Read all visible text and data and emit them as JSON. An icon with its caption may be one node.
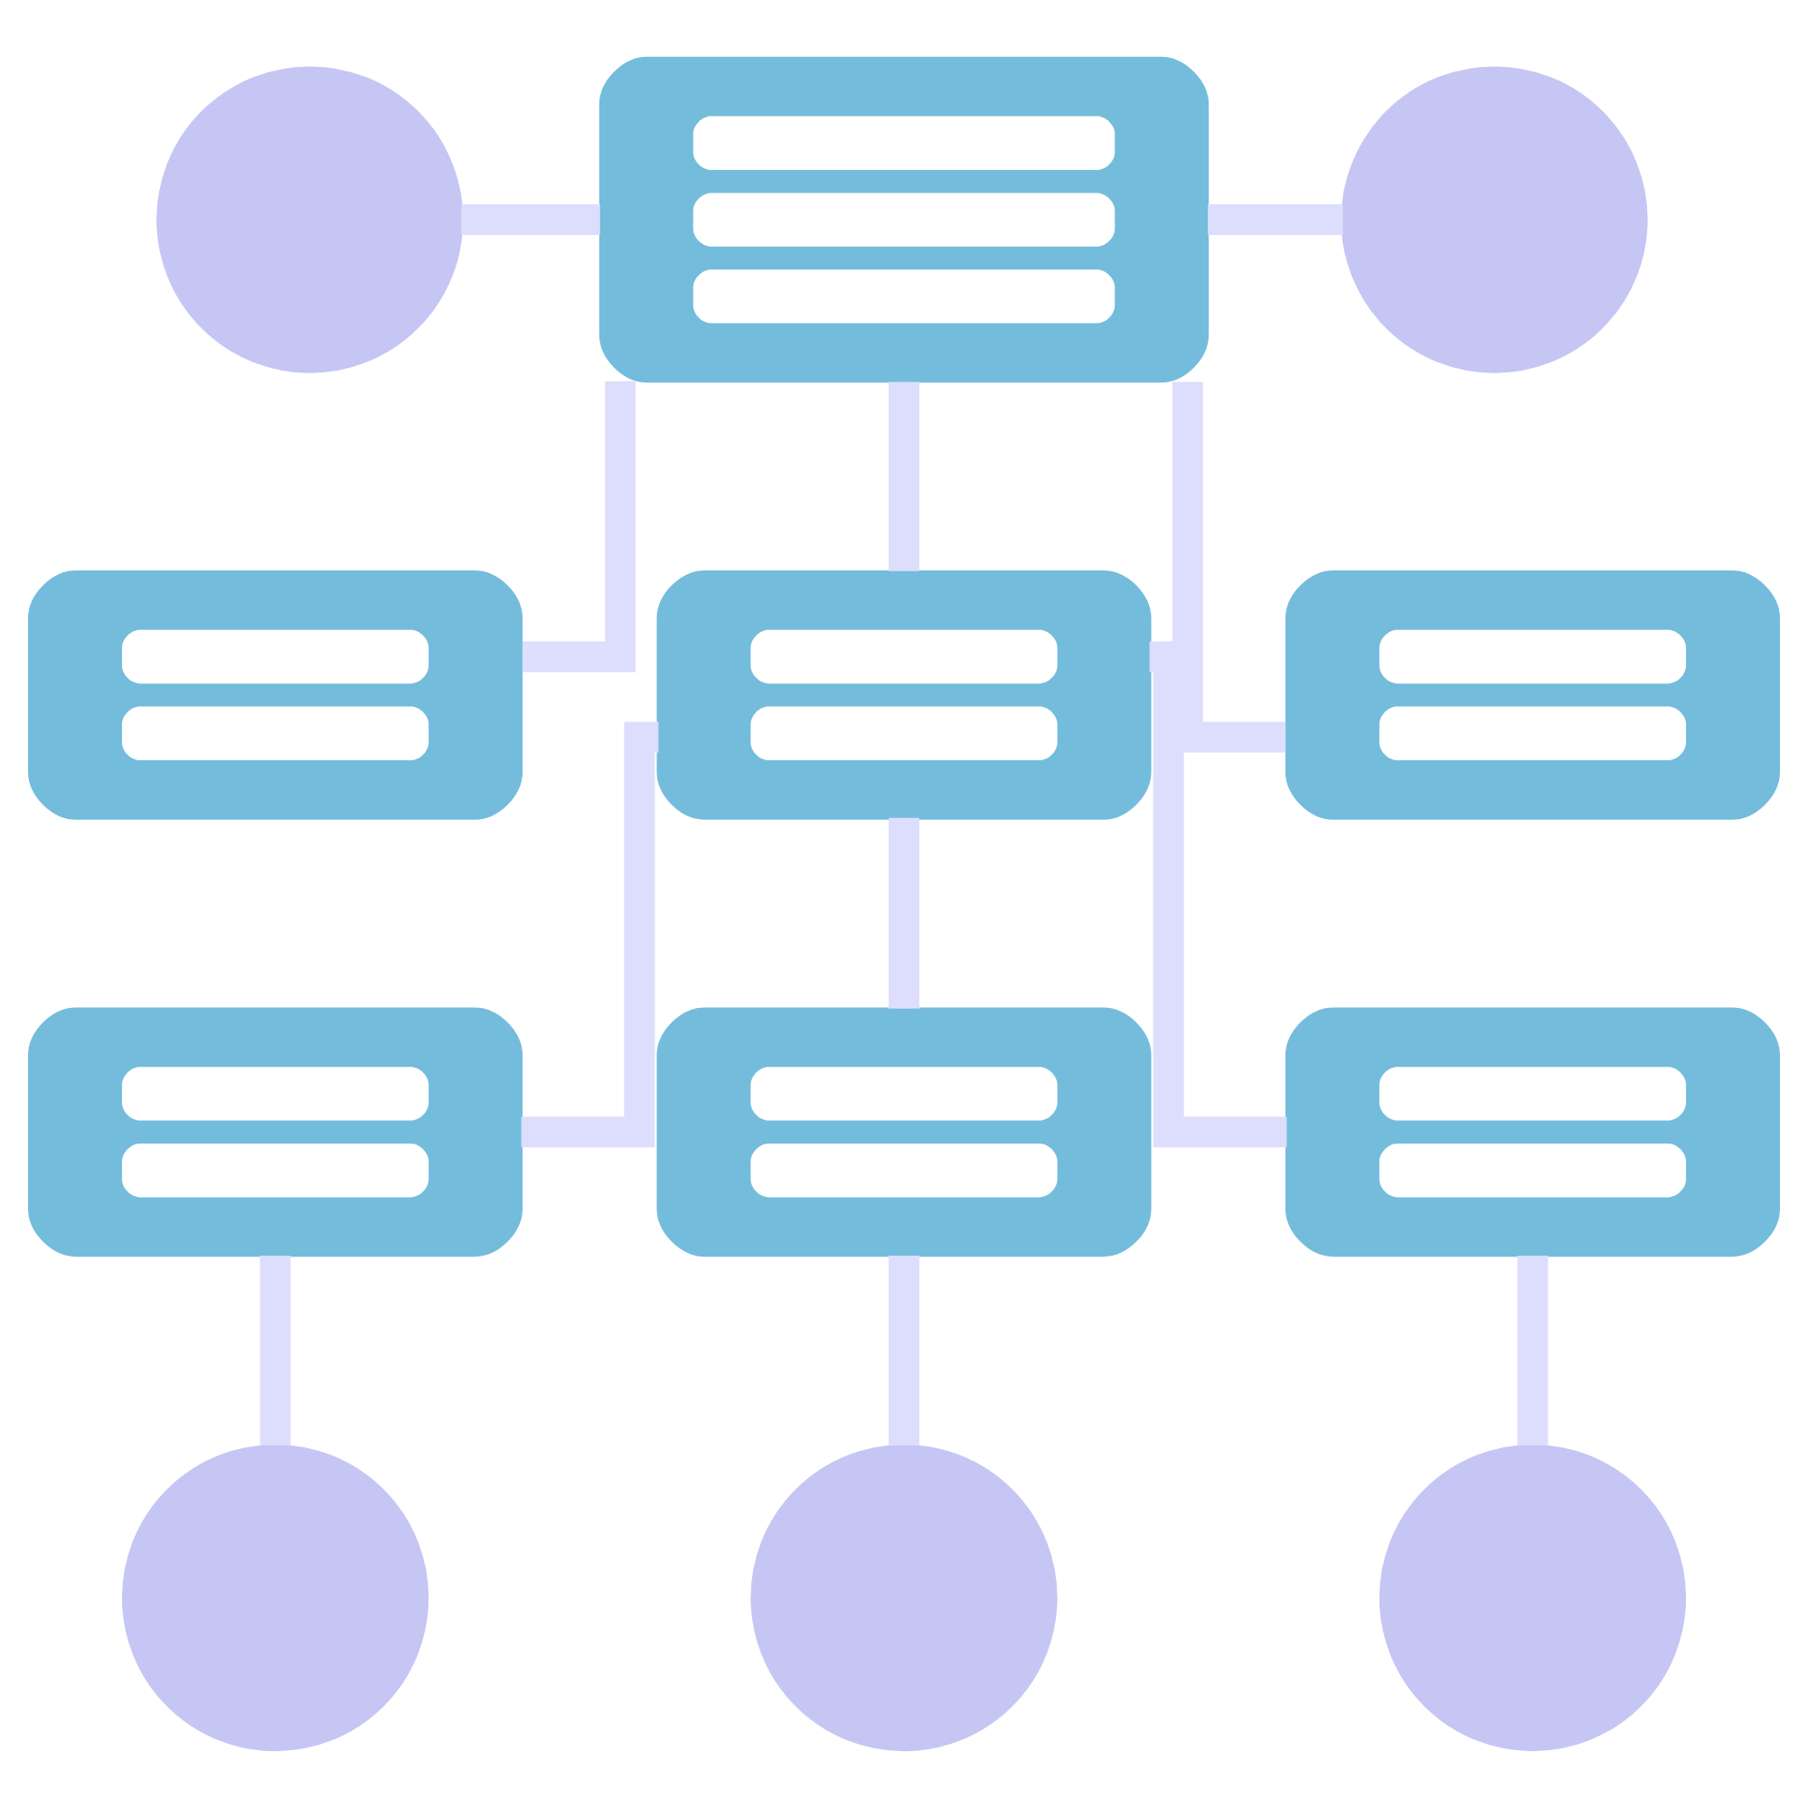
{
  "diagram": {
    "nodes": [
      {
        "text": [],
        "shape": "circle"
      },
      {
        "text": [],
        "shape": "box"
      },
      {
        "text": [],
        "shape": "circle"
      },
      {
        "text": [],
        "shape": "box"
      },
      {
        "text": [],
        "shape": "box"
      },
      {
        "text": [],
        "shape": "box"
      },
      {
        "text": [],
        "shape": "box"
      },
      {
        "text": [],
        "shape": "box"
      },
      {
        "text": [],
        "shape": "box"
      },
      {
        "text": [],
        "shape": "circle"
      },
      {
        "text": [],
        "shape": "circle"
      },
      {
        "text": [],
        "shape": "circle"
      }
    ],
    "edges": [
      {
        "from": 0,
        "to": 1,
        "arrow": "none"
      },
      {
        "from": 1,
        "to": 2,
        "arrow": "none"
      },
      {
        "from": 1,
        "to": 3,
        "arrow": "none"
      },
      {
        "from": 1,
        "to": 4,
        "arrow": "none"
      },
      {
        "from": 1,
        "to": 5,
        "arrow": "none"
      },
      {
        "from": 4,
        "to": 6,
        "arrow": "none"
      },
      {
        "from": 4,
        "to": 7,
        "arrow": "none"
      },
      {
        "from": 4,
        "to": 8,
        "arrow": "none"
      },
      {
        "from": 6,
        "to": 9,
        "arrow": "none"
      },
      {
        "from": 7,
        "to": 10,
        "arrow": "none"
      },
      {
        "from": 8,
        "to": 11,
        "arrow": "none"
      }
    ]
  }
}
